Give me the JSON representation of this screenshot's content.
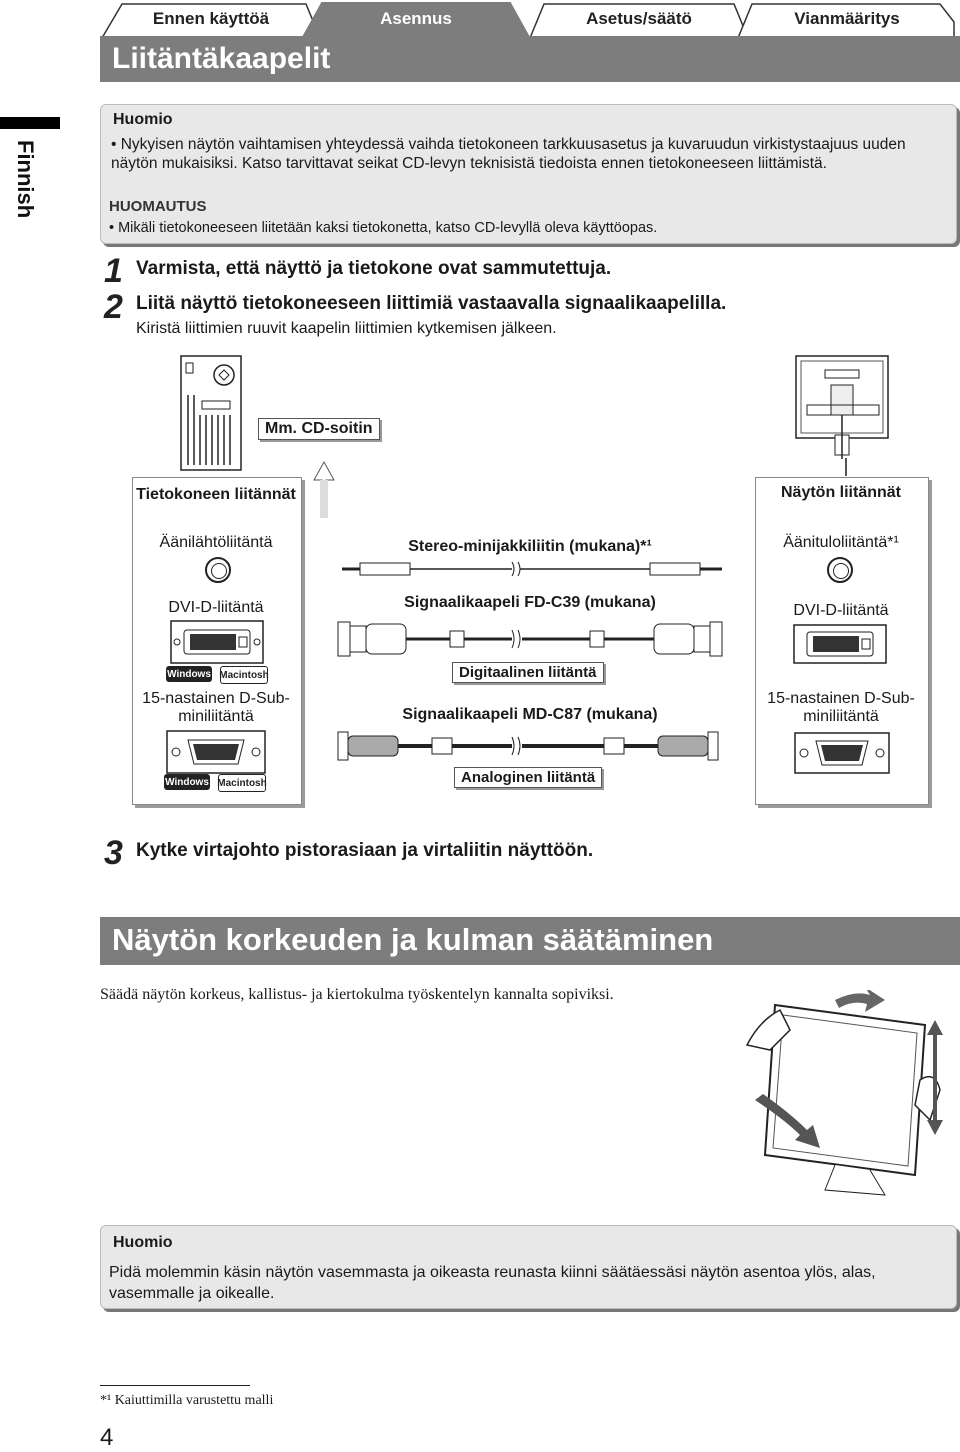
{
  "tabs": [
    "Ennen käyttöä",
    "Asennus",
    "Asetus/säätö",
    "Vianmääritys"
  ],
  "page_title": "Liitäntäkaapelit",
  "side_label": "Finnish",
  "note1": {
    "heading": "Huomio",
    "body": "• Nykyisen näytön vaihtamisen yhteydessä vaihda tietokoneen tarkkuusasetus ja kuvaruudun virkistystaajuus uuden näytön mukaisiksi. Katso tarvittavat seikat CD-levyn teknisistä tiedoista ennen tietokoneeseen liittämistä.",
    "heading2": "HUOMAUTUS",
    "body2": "• Mikäli tietokoneeseen liitetään kaksi tietokonetta, katso CD-levyllä oleva käyttöopas."
  },
  "steps": [
    {
      "num": "1",
      "text": "Varmista, että näyttö ja tietokone ovat sammutettuja."
    },
    {
      "num": "2",
      "text": "Liitä näyttö tietokoneeseen liittimiä vastaavalla signaalikaapelilla.",
      "sub": "Kiristä liittimien ruuvit kaapelin liittimien kytkemisen jälkeen."
    },
    {
      "num": "3",
      "text": "Kytke virtajohto pistorasiaan ja virtaliitin näyttöön."
    }
  ],
  "diagram": {
    "cd_player": "Mm. CD-soitin",
    "computer_heading": "Tietokoneen liitännät",
    "computer_audio": "Äänilähtöliitäntä",
    "computer_dvi": "DVI-D-liitäntä",
    "computer_dsub": "15-nastainen D-Sub-miniliitäntä",
    "monitor_heading": "Näytön liitännät",
    "monitor_audio": "Äänituloliitäntä*¹",
    "monitor_dvi": "DVI-D-liitäntä",
    "monitor_dsub": "15-nastainen D-Sub-miniliitäntä",
    "cable_audio": "Stereo-minijakkiliitin (mukana)*¹",
    "cable_dvi": "Signaalikaapeli FD-C39 (mukana)",
    "tag_digital": "Digitaalinen liitäntä",
    "cable_dsub": "Signaalikaapeli MD-C87 (mukana)",
    "tag_analog": "Analoginen liitäntä",
    "badge_windows": "Windows",
    "badge_mac": "Macintosh"
  },
  "section2": {
    "title": "Näytön korkeuden ja kulman säätäminen",
    "body": "Säädä näytön korkeus, kallistus- ja kiertokulma työskentelyn kannalta sopiviksi."
  },
  "note2": {
    "heading": "Huomio",
    "body": "Pidä molemmin käsin näytön vasemmasta ja oikeasta reunasta kiinni säätäessäsi näytön asentoa ylös, alas, vasemmalle ja oikealle."
  },
  "footnote": "*¹ Kaiuttimilla varustettu malli",
  "page_number": "4",
  "colors": {
    "tab_active": "#7d7d7d",
    "tab_inactive": "#ffffff",
    "section_bar": "#7d7d7d",
    "note_bg": "#e8e8e8"
  }
}
